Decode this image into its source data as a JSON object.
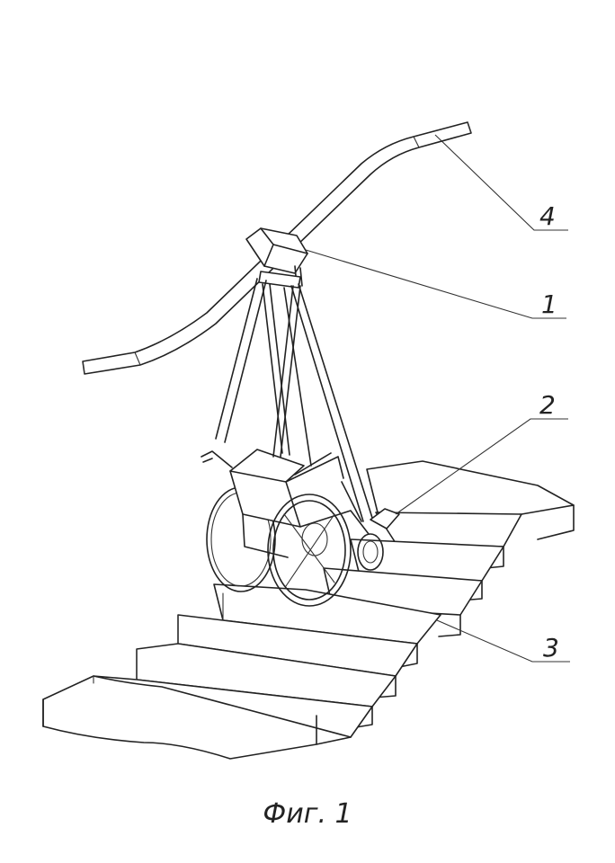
{
  "figure": {
    "caption": "Фиг. 1",
    "callouts": [
      {
        "id": "rail",
        "number": "4"
      },
      {
        "id": "carriage",
        "number": "1"
      },
      {
        "id": "wheelchair",
        "number": "2"
      },
      {
        "id": "stairs",
        "number": "3"
      }
    ]
  }
}
